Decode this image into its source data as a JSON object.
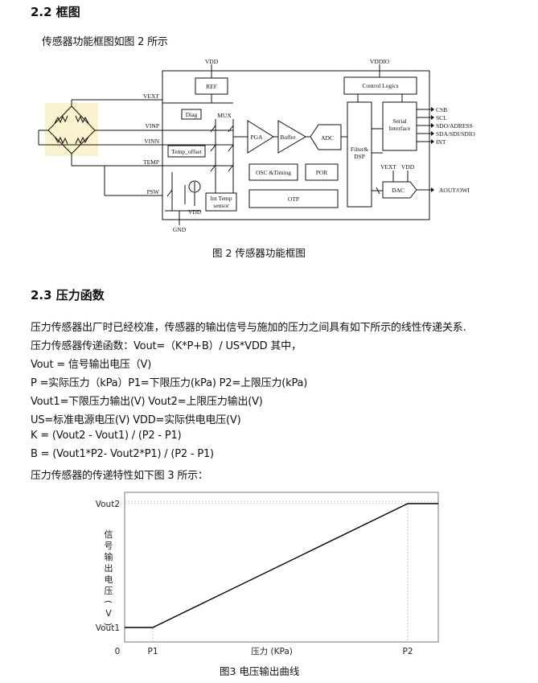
{
  "section_22": {
    "heading": "2.2 框图",
    "intro": "传感器功能框图如图 2 所示"
  },
  "block_diagram": {
    "vdd_top": "VDD",
    "vddio_top": "VDDIO",
    "ref": "REF",
    "control_logics": "Control Logics",
    "vext": "VEXT",
    "vinp": "VINP",
    "vinn": "VINN",
    "temp": "TEMP",
    "psw": "PSW",
    "gnd": "GND",
    "diag": "Diag",
    "mux": "MUX",
    "temp_offset": "Temp_offset",
    "pga": "PGA",
    "buffer": "Buffer",
    "adc": "ADC",
    "filter_line1": "Filter&",
    "filter_line2": "DSP",
    "serial_line1": "Serial",
    "serial_line2": "Interface",
    "csb": "CSB",
    "scl": "SCL",
    "sdo": "SDO/ADRESS",
    "sda": "SDA/SDI/SDIO",
    "int": "INT",
    "osc": "OSC &Timing",
    "por": "POR",
    "int_temp_line1": "Int Temp",
    "int_temp_line2": "sensor",
    "otp": "OTP",
    "vdd_small": "VDD",
    "dac_vext": "VEXT",
    "dac_vdd": "VDD",
    "dac": "DAC",
    "aout": "AOUT/OWI",
    "caption": "图 2 传感器功能框图"
  },
  "section_23": {
    "heading": "2.3  压力函数",
    "lines": [
      "压力传感器出厂时已经校准，传感器的输出信号与施加的压力之间具有如下所示的线性传递关系.",
      "压力传感器传递函数：Vout=（K*P+B）/ US*VDD    其中，",
      "Vout =  信号输出电压（V)",
      "P =实际压力（kPa）P1=下限压力(kPa)      P2=上限压力(kPa)",
      "Vout1=下限压力输出(V)       Vout2=上限压力输出(V)",
      "US=标准电源电压(V)              VDD=实际供电电压(V)",
      "K = (Vout2 - Vout1) / (P2 - P1)",
      "B = (Vout1*P2- Vout2*P1) / (P2 - P1)",
      "压力传感器的传递特性如下图  3  所示："
    ]
  },
  "chart_data": {
    "type": "line",
    "title": "",
    "xlabel": "压力 (KPa)",
    "ylabel": "信号输出电压 (V)",
    "x_ticks": [
      "0",
      "P1",
      "P2"
    ],
    "y_ticks": [
      "Vout1",
      "Vout2"
    ],
    "series": [
      {
        "points": [
          {
            "x": "0",
            "y": "Vout1"
          },
          {
            "x": "P1",
            "y": "Vout1"
          },
          {
            "x": "P2",
            "y": "Vout2"
          },
          {
            "x": "end",
            "y": "Vout2"
          }
        ]
      }
    ],
    "line_color": "#000000",
    "grid": false,
    "caption": "图3  电压输出曲线"
  }
}
